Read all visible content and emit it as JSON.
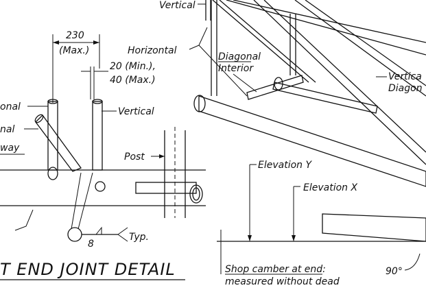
{
  "labels": {
    "vertical_top": "Vertical",
    "dim_230": "230",
    "dim_max": "(Max.)",
    "horizontal": "Horizontal",
    "min20": "20 (Min.),",
    "max40": "40 (Max.)",
    "onal": "onal",
    "nal": "nal",
    "way": "way",
    "vertical_mid": "Vertical",
    "post": "Post",
    "diagonal": "Diagonal",
    "interior": "Interior",
    "vertical_right": "Vertica",
    "diagonal_right": "Diagon",
    "elev_y": "Elevation Y",
    "elev_x": "Elevation X",
    "weld_size": "8",
    "typ": "Typ.",
    "title": "T END JOINT DETAIL",
    "shop1": "Shop camber at end:",
    "shop2": "measured without dead",
    "angle": "90°"
  }
}
